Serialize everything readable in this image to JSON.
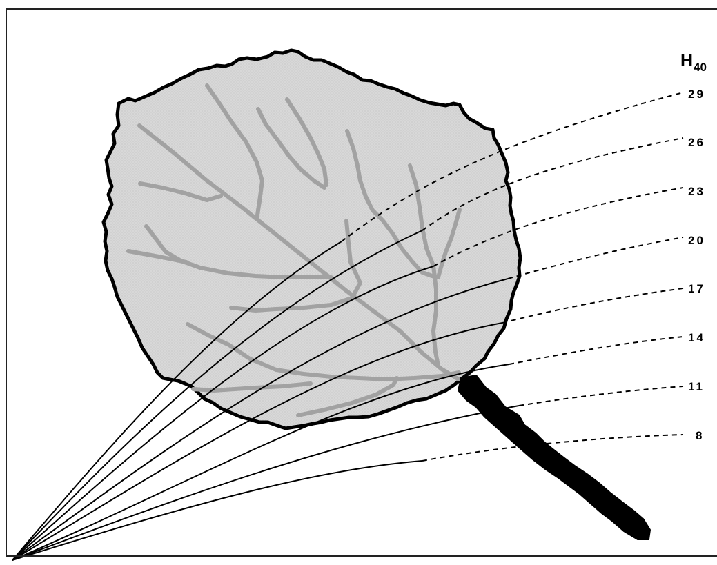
{
  "diagram": {
    "header_symbol": "H",
    "header_subscript": "40",
    "curve_labels": [
      "29",
      "26",
      "23",
      "20",
      "17",
      "14",
      "11",
      "8"
    ],
    "colors": {
      "leaf_fill": "#d4d4d4",
      "leaf_outline": "#000000",
      "veins": "#a2a2a2",
      "petiole": "#000000",
      "curves": "#000000"
    }
  }
}
